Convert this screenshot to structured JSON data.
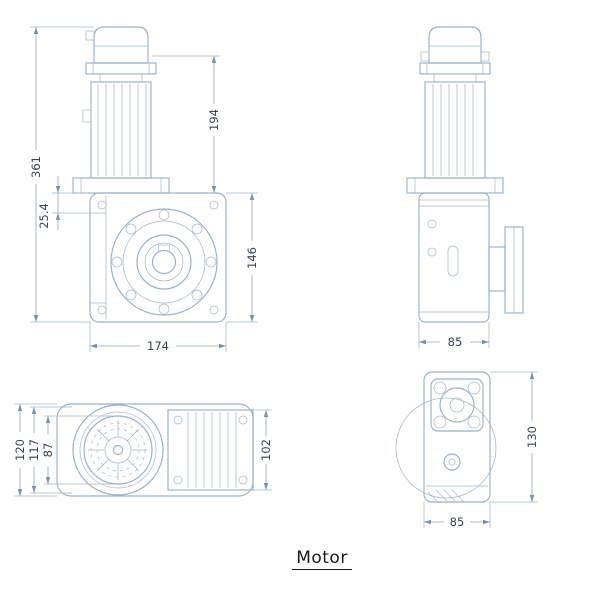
{
  "title": "Motor",
  "colors": {
    "drawing_line": "#9db0c3",
    "thin_line": "#a9bac9",
    "dimension_line": "#93a5b7",
    "dimension_text": "#3a444e",
    "title_text": "#1a1a1a",
    "background": "#ffffff"
  },
  "views": {
    "front": {
      "label": "front-view-motor-on-gearbox",
      "dims": {
        "total_height": "361",
        "motor_height": "194",
        "input_offset": "25.4",
        "gearbox_height": "146",
        "gearbox_width": "174"
      }
    },
    "side": {
      "label": "side-view-motor-on-gearbox",
      "dims": {
        "width": "85"
      }
    },
    "top": {
      "label": "top-view-motor",
      "dims": {
        "overall": "120",
        "body": "117",
        "fan": "87",
        "foot": "102"
      }
    },
    "face": {
      "label": "gearbox-face-view",
      "dims": {
        "height": "130",
        "width": "85"
      }
    }
  }
}
